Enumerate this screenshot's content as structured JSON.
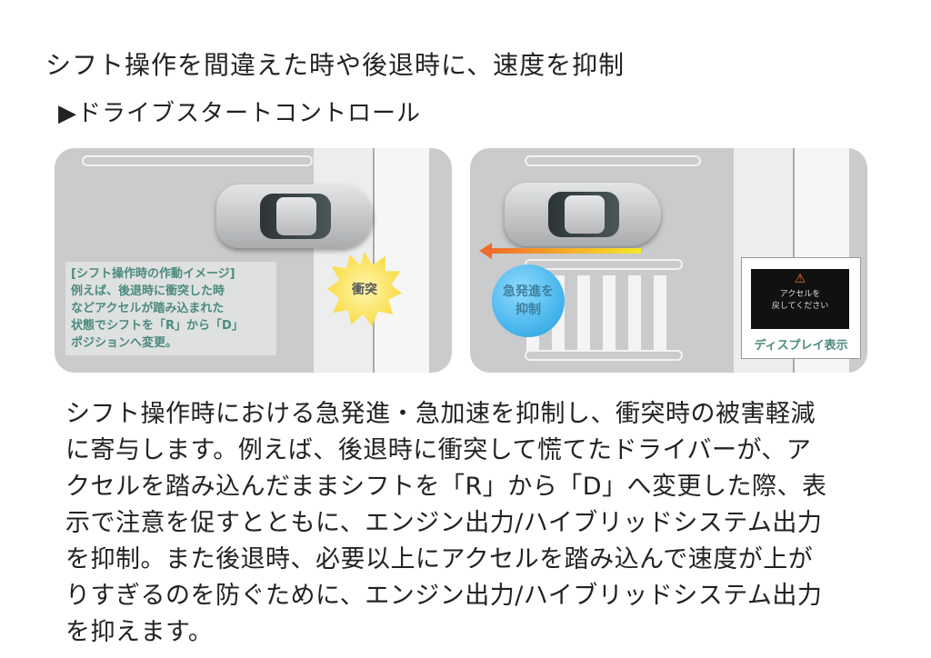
{
  "title": "シフト操作を間違えた時や後退時に、速度を抑制",
  "subtitle": "▶ドライブスタートコントロール",
  "left_image": {
    "note_lines": [
      "[シフト操作時の作動イメージ]",
      "例えば、後退時に衝突した時",
      "などアクセルが踏み込まれた",
      "状態でシフトを「R」から「D」",
      "ポジションへ変更。"
    ],
    "burst_label": "衝突"
  },
  "right_image": {
    "bubble_lines": [
      "急発進を",
      "抑制"
    ],
    "display_lines": [
      "アクセルを",
      "戻してください"
    ],
    "display_label": "ディスプレイ表示"
  },
  "body_lines": [
    "シフト操作時における急発進・急加速を抑制し、衝突時の被害軽減",
    "に寄与します。例えば、後退時に衝突して慌てたドライバーが、ア",
    "クセルを踏み込んだままシフトを「R」から「D」へ変更した際、表",
    "示で注意を促すとともに、エンジン出力/ハイブリッドシステム出力",
    "を抑制。また後退時、必要以上にアクセルを踏み込んで速度が上が",
    "りすぎるのを防ぐために、エンジン出力/ハイブリッドシステム出力",
    "を抑えます。"
  ]
}
